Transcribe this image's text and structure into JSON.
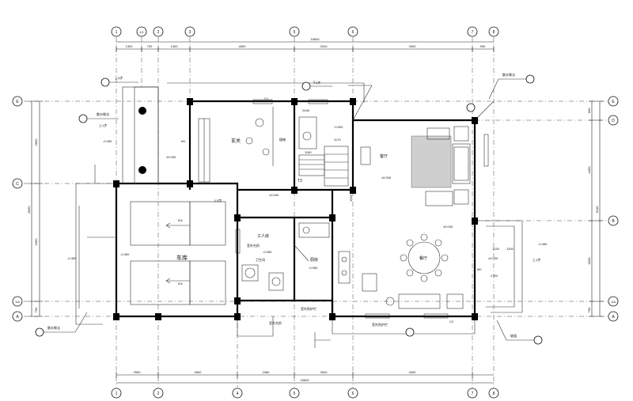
{
  "axes": {
    "top": [
      "1",
      "1/1",
      "2",
      "3",
      "5",
      "6",
      "7",
      "8"
    ],
    "bottom": [
      "1",
      "2",
      "4",
      "5",
      "6",
      "7",
      "8"
    ],
    "left": [
      "E",
      "C",
      "1/A",
      "A"
    ],
    "right": [
      "E",
      "D",
      "B",
      "1/A",
      "A"
    ]
  },
  "dims": {
    "top_total": "15600",
    "top_segments": [
      "1300",
      "700",
      "1400",
      "4500",
      "2510",
      "3400",
      "900"
    ],
    "bottom_total": "15600",
    "bottom_segments": [
      "2500",
      "2600",
      "2380",
      "2520",
      "3400"
    ],
    "left_total": "8950",
    "left_segments": [
      "2800",
      "3450",
      "700"
    ],
    "right_total": "9100",
    "right_segments": [
      "600",
      "4400",
      "3600",
      "700"
    ],
    "misc": [
      "800",
      "1170",
      "1560",
      "1600",
      "1000",
      "480",
      "1020",
      "1200",
      "1500",
      "1800",
      "1350",
      "300"
    ]
  },
  "rooms": {
    "foyer": "玄关",
    "living": "客厅",
    "dining": "餐厅",
    "kitchen": "厨房",
    "garage": "车库",
    "servant": "工人房",
    "bath": "卫生间",
    "stair_hall": "楼梯"
  },
  "levels": [
    "±0.000",
    "-0.450",
    "-0.300",
    "-0.500",
    "-0.050",
    "±0.000",
    "-0.450",
    "±0.000",
    "±0.030"
  ],
  "notes": {
    "n1": "上3步",
    "n2": "上1步",
    "n3": "下2步",
    "n4": "室外台阶",
    "n5": "散水做法",
    "n6": "坡道",
    "n7": "室外防护栏",
    "n8": "T3",
    "n9": "C1",
    "n10": "M1",
    "n11": "C2",
    "n12": "M2",
    "n13": "2446",
    "n14": "1150",
    "n15": "1250",
    "n16": "2.5%",
    "n17": "6%"
  }
}
